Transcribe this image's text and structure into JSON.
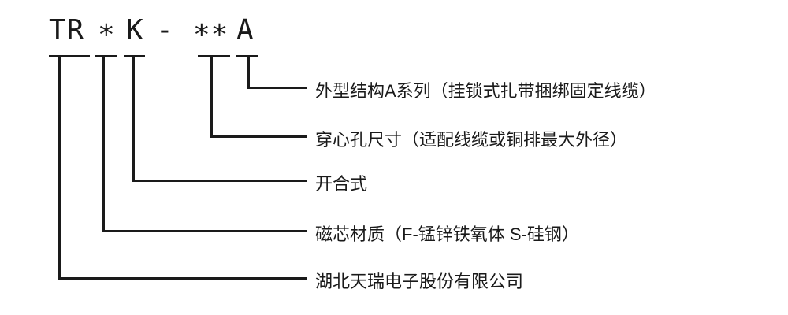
{
  "diagram_type": "part-number-naming-diagram",
  "colors": {
    "line": "#1a1a1a",
    "text": "#1a1a1a",
    "background": "#ffffff"
  },
  "code": {
    "company_prefix": "TR",
    "core_material_placeholder": "*",
    "open_type": "K",
    "dash": "-",
    "hole_size_placeholder": "**",
    "series": "A"
  },
  "legend": {
    "series": "外型结构A系列（挂锁式扎带捆绑固定线缆）",
    "hole_size": "穿心孔尺寸（适配线缆或铜排最大外径）",
    "open_type": "开合式",
    "core_material": "磁芯材质（F-锰锌铁氧体 S-硅钢）",
    "company": "湖北天瑞电子股份有限公司"
  }
}
